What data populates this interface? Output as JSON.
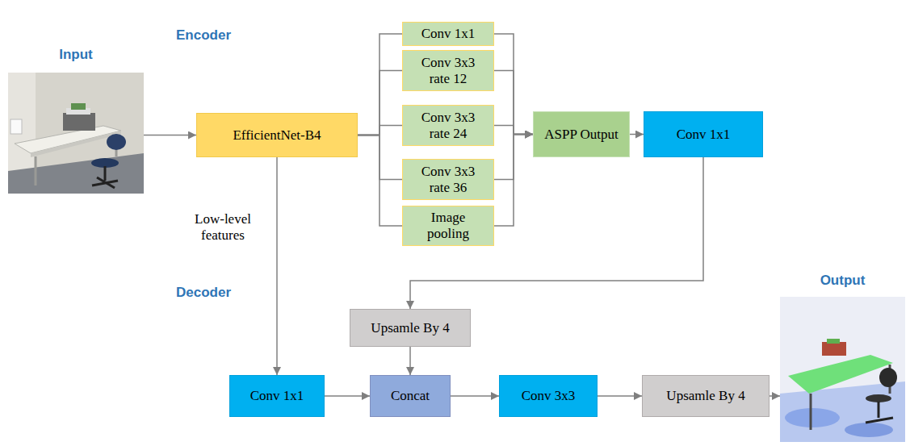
{
  "diagram": {
    "nodes": [
      {
        "text": [
          "Input"
        ]
      },
      {
        "text": [
          "Encoder"
        ]
      },
      {
        "text": [
          "EfficientNet-B4"
        ],
        "in": 1
      },
      {
        "text": [
          "Conv 1x1"
        ],
        "in": 1
      },
      {
        "text": [
          "Conv 3x3 rate 12"
        ],
        "in": 1
      },
      {
        "text": [
          "Conv 3x3 rate 24"
        ],
        "in": 1
      },
      {
        "text": [
          "Conv 3x3 rate 36"
        ],
        "in": 1
      },
      {
        "text": [
          "Image pooling"
        ],
        "in": 1
      },
      {
        "text": [
          "ASPP Output"
        ],
        "in": 1
      },
      {
        "text": [
          "Conv 1x1"
        ],
        "in": 1
      },
      {
        "text": [
          "Decoder"
        ]
      },
      {
        "text": [
          "Upsamle By 4"
        ],
        "in": 10
      },
      {
        "text": [
          "Conv 1x1"
        ],
        "in": 10
      },
      {
        "text": [
          "Concat"
        ],
        "in": 10
      },
      {
        "text": [
          "Conv 3x3"
        ],
        "in": 10
      },
      {
        "text": [
          "Upsamle By 4"
        ],
        "in": 10
      },
      {
        "text": [
          "Output"
        ]
      }
    ],
    "edges": [
      {
        "from": 0,
        "to": 2,
        "arrow": "to"
      },
      {
        "from": 2,
        "to": 3,
        "arrow": "none"
      },
      {
        "from": 2,
        "to": 4,
        "arrow": "none"
      },
      {
        "from": 2,
        "to": 5,
        "arrow": "none"
      },
      {
        "from": 2,
        "to": 6,
        "arrow": "none"
      },
      {
        "from": 2,
        "to": 7,
        "arrow": "none"
      },
      {
        "from": 3,
        "to": 8,
        "arrow": "to"
      },
      {
        "from": 4,
        "to": 8,
        "arrow": "to"
      },
      {
        "from": 5,
        "to": 8,
        "arrow": "to"
      },
      {
        "from": 6,
        "to": 8,
        "arrow": "to"
      },
      {
        "from": 7,
        "to": 8,
        "arrow": "to"
      },
      {
        "from": 8,
        "to": 9,
        "arrow": "to"
      },
      {
        "from": 9,
        "to": 11,
        "arrow": "to"
      },
      {
        "from": 2,
        "to": 12,
        "arrow": "to"
      },
      {
        "from": 11,
        "to": 13,
        "arrow": "to"
      },
      {
        "from": 12,
        "to": 13,
        "arrow": "to"
      },
      {
        "from": 13,
        "to": 14,
        "arrow": "to"
      },
      {
        "from": 14,
        "to": 15,
        "arrow": "to"
      },
      {
        "from": 15,
        "to": 16,
        "arrow": "to"
      }
    ],
    "labels": [
      "Low-level features"
    ]
  }
}
